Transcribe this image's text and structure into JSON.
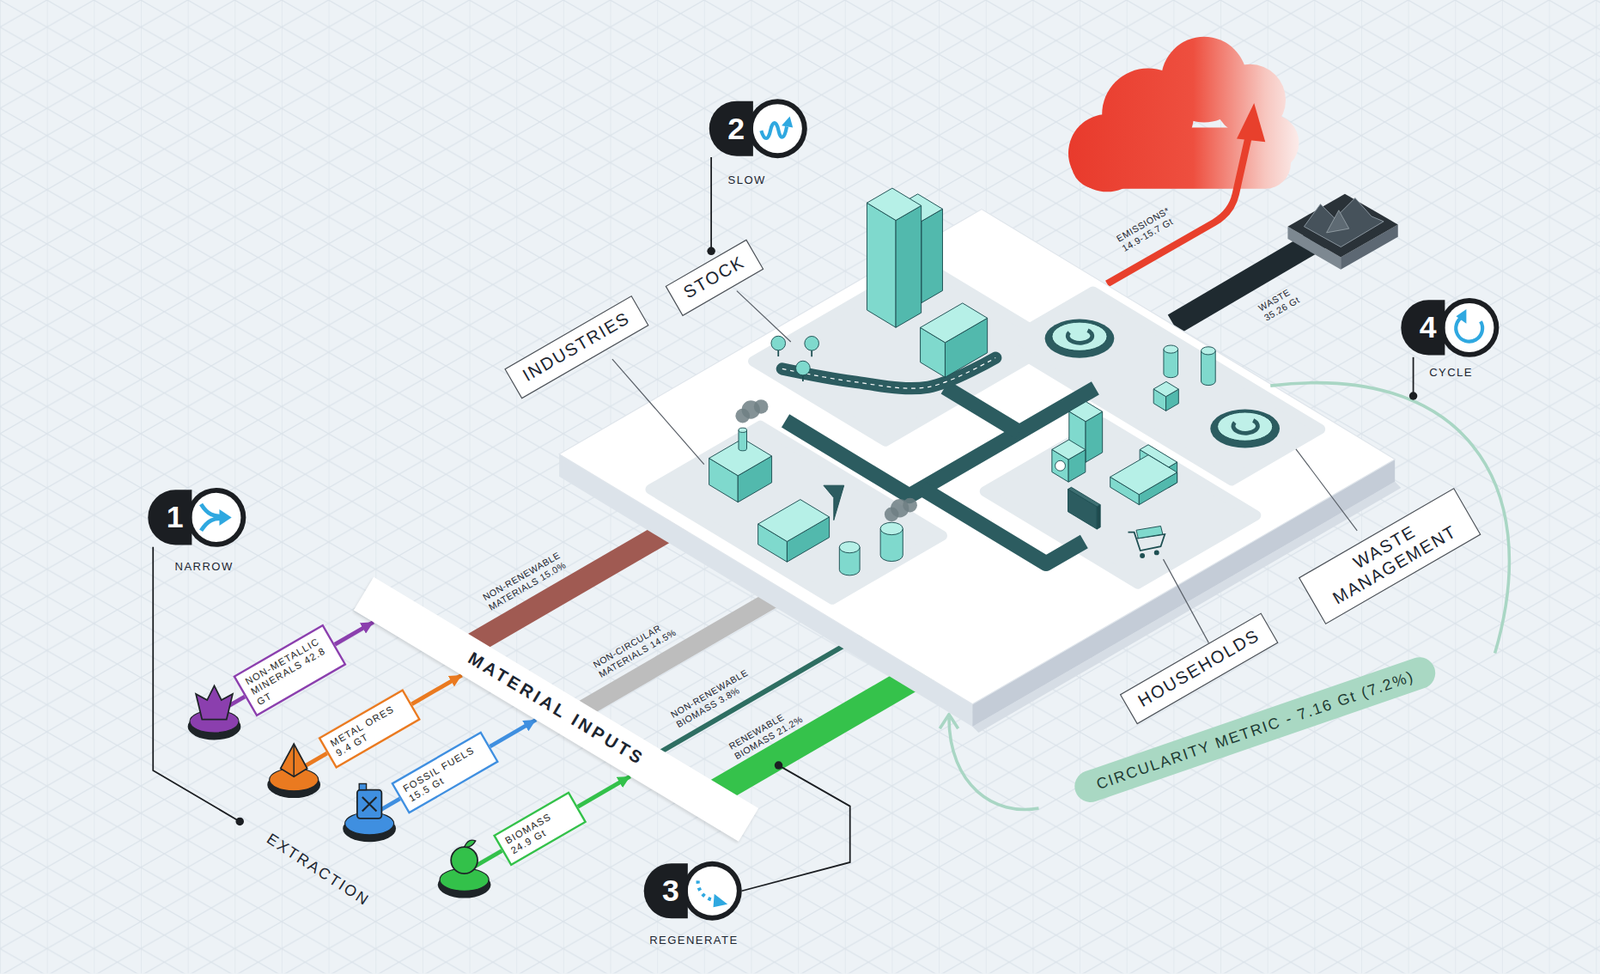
{
  "diagram": {
    "nodes": [
      {
        "text": [
          "1",
          "NARROW"
        ]
      },
      {
        "text": [
          "2",
          "SLOW"
        ]
      },
      {
        "text": [
          "STOCK"
        ]
      },
      {
        "text": [
          "INDUSTRIES"
        ]
      },
      {
        "text": [
          "4",
          "CYCLE"
        ]
      },
      {
        "text": [
          "WASTE MANAGEMENT"
        ]
      },
      {
        "text": [
          "HOUSEHOLDS"
        ]
      },
      {
        "text": [
          "NON-METALLIC MINERALS 42.8 GT"
        ]
      },
      {
        "text": [
          "METAL ORES 9.4 GT"
        ]
      },
      {
        "text": [
          "FOSSIL FUELS 15.5 Gt"
        ]
      },
      {
        "text": [
          "BIOMASS 24.9 Gt"
        ]
      },
      {
        "text": [
          "MATERIAL INPUTS"
        ]
      },
      {
        "text": [
          "CIRCULARITY METRIC - 7.16 Gt (7.2%)"
        ]
      },
      {
        "text": [
          "3",
          "REGENERATE"
        ]
      }
    ],
    "edges": [
      {
        "from": 7,
        "to": 11,
        "arrow": "to"
      },
      {
        "from": 8,
        "to": 11,
        "arrow": "to"
      },
      {
        "from": 9,
        "to": 11,
        "arrow": "to"
      },
      {
        "from": 10,
        "to": 11,
        "arrow": "to"
      }
    ],
    "labels": [
      "EMISSIONS* 14.9-15.7 Gt",
      "WASTE 35.26 Gt",
      "NON-RENEWABLE MATERIALS 15.0%",
      "NON-CIRCULAR MATERIALS 14.5%",
      "NON-RENEWABLE BIOMASS 3.8%",
      "RENEWABLE BIOMASS 21.2%",
      "EXTRACTION"
    ]
  }
}
